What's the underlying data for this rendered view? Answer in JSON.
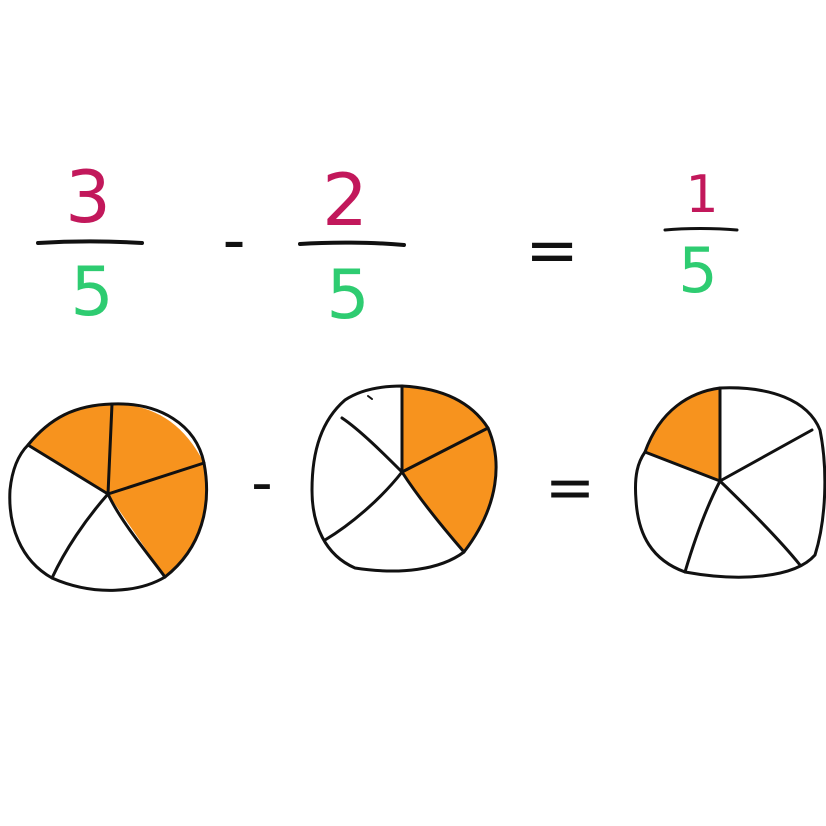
{
  "colors": {
    "numerator": "#c2185b",
    "denominator": "#2ecc71",
    "ink": "#111111",
    "fill": "#f7931e",
    "paper": "#ffffff"
  },
  "equation": {
    "left": {
      "numerator": "3",
      "denominator": "5"
    },
    "operator": "-",
    "middle": {
      "numerator": "2",
      "denominator": "5"
    },
    "equals": "=",
    "result": {
      "numerator": "1",
      "denominator": "5"
    }
  },
  "pies": [
    {
      "slices": 5,
      "shaded": 3
    },
    {
      "slices": 5,
      "shaded": 2
    },
    {
      "slices": 5,
      "shaded": 1
    }
  ],
  "pie_operators": {
    "minus": "-",
    "equals": "="
  }
}
